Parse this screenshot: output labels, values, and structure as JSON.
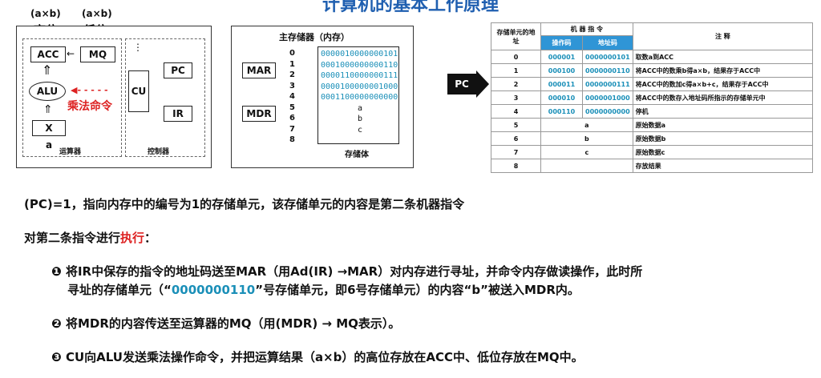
{
  "title": "计算机的基本工作原理",
  "cpu": {
    "high_label_top": "(a×b)",
    "high_label": "高位",
    "low_label_top": "(a×b)",
    "low_label": "低位",
    "acc": "ACC",
    "mq": "MQ",
    "alu": "ALU",
    "x": "X",
    "a": "a",
    "mult_cmd": "乘法命令",
    "cu": "CU",
    "pc": "PC",
    "ir": "IR",
    "alu_group": "运算器",
    "ctrl_group": "控制器",
    "dots": "⋮"
  },
  "memory": {
    "title": "主存储器（内存）",
    "mar": "MAR",
    "mdr": "MDR",
    "body_label": "存储体",
    "addresses": [
      "0",
      "1",
      "2",
      "3",
      "4",
      "5",
      "6",
      "7",
      "8"
    ],
    "contents": [
      "0000010000000101",
      "0001000000000110",
      "0000110000000111",
      "0000100000001000",
      "0001100000000000",
      "a",
      "b",
      "c",
      ""
    ]
  },
  "pc_arrow": "PC",
  "table": {
    "h_addr": "存储单元的地址",
    "h_instr": "机 器 指 令",
    "h_op": "操作码",
    "h_ad": "地址码",
    "h_note": "注  释",
    "rows": [
      {
        "addr": "0",
        "op": "000001",
        "ad": "0000000101",
        "note": "取数a到ACC"
      },
      {
        "addr": "1",
        "op": "000100",
        "ad": "0000000110",
        "note": "将ACC中的数乘b得a×b，结果存于ACC中"
      },
      {
        "addr": "2",
        "op": "000011",
        "ad": "0000000111",
        "note": "将ACC中的数加c得a×b+c，结果存于ACC中"
      },
      {
        "addr": "3",
        "op": "000010",
        "ad": "0000001000",
        "note": "将ACC中的数存入地址码所指示的存储单元中"
      },
      {
        "addr": "4",
        "op": "000110",
        "ad": "0000000000",
        "note": "停机"
      },
      {
        "addr": "5",
        "val": "a",
        "note": "原始数据a"
      },
      {
        "addr": "6",
        "val": "b",
        "note": "原始数据b"
      },
      {
        "addr": "7",
        "val": "c",
        "note": "原始数据c"
      },
      {
        "addr": "8",
        "val": "",
        "note": "存放结果"
      }
    ]
  },
  "text": {
    "line1": "(PC)=1，指向内存中的编号为1的存储单元，该存储单元的内容是第二条机器指令",
    "line2_prefix": "对第二条指令进行",
    "line2_red": "执行",
    "line2_suffix": "：",
    "b1_num": "❶",
    "b1_a": "将IR中保存的指令的地址码送至MAR（用Ad(IR) →MAR）对内存进行寻址，并命令内存做读操作，此时所",
    "b1_b_prefix": "寻址的存储单元（“",
    "b1_b_code": "0000000110",
    "b1_b_suffix": "”号存储单元，即6号存储单元）的内容“b”被送入MDR内。",
    "b2_num": "❷",
    "b2": "将MDR的内容传送至运算器的MQ（用(MDR) → MQ表示）。",
    "b3_num": "❸",
    "b3": "CU向ALU发送乘法操作命令，并把运算结果（a×b）的高位存放在ACC中、低位存放在MQ中。"
  }
}
